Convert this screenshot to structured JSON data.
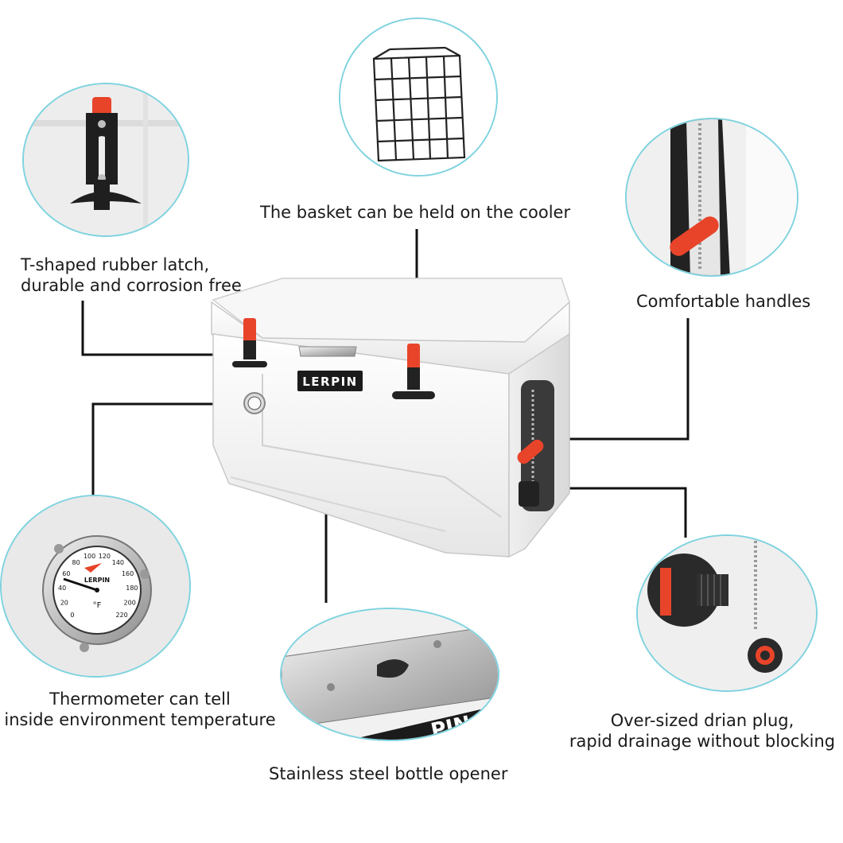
{
  "brand": "LERPIN",
  "accent_color": "#e8442a",
  "circle_border_color": "#7fd3df",
  "features": {
    "latch": {
      "line1": "T-shaped rubber latch,",
      "line2": "durable and corrosion free"
    },
    "basket": {
      "line1": "The basket can be held on the cooler"
    },
    "handles": {
      "line1": "Comfortable handles"
    },
    "thermometer": {
      "line1": "Thermometer can tell",
      "line2": "inside environment temperature"
    },
    "opener": {
      "line1": "Stainless steel bottle opener"
    },
    "plug": {
      "line1": "Over-sized drian plug,",
      "line2": "rapid drainage  without blocking"
    }
  },
  "thermometer_dial": {
    "brand": "LERPIN",
    "unit": "°F",
    "ticks": [
      "0",
      "20",
      "40",
      "60",
      "80",
      "100",
      "120",
      "140",
      "160",
      "180",
      "200",
      "220"
    ]
  },
  "opener_badge_text": "PIN"
}
